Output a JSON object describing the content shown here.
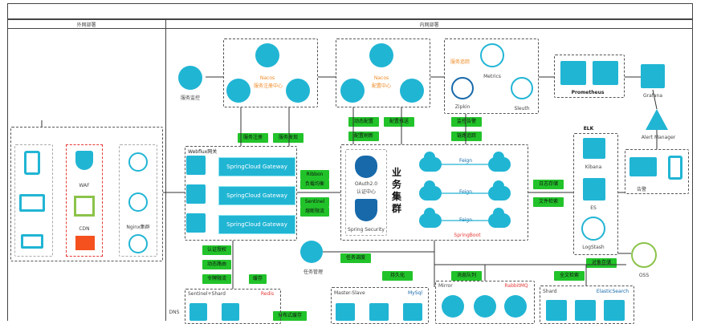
{
  "header": {
    "external": "外网部署",
    "internal": "内网部署"
  },
  "external": {
    "waf": "WAF",
    "cdn": "CDN",
    "nginx": "Nginx集群",
    "dns": "DNS"
  },
  "monitoring": {
    "service_monitor": "服务监控",
    "nacos_title": "Nacos",
    "nacos_sub": "服务注册中心",
    "nacos2_title": "Nacos",
    "nacos2_sub": "配置中心",
    "service_track": "服务追踪",
    "metrics": "Metrics",
    "zipkin": "Zipkin",
    "sleuth": "Sleuth",
    "prometheus": "Prometheus",
    "grafana": "Grafana",
    "alert_manager": "Alert Manager",
    "alarm": "告警"
  },
  "tags": {
    "register": "服务注册",
    "discover": "服务发现",
    "dynamic_config": "动态配置",
    "config_push": "配置推送",
    "config_refresh": "配置刷新",
    "monitor_alarm": "监控告警",
    "link_track": "链路追踪",
    "ribbon": "Ribbon",
    "load_balance": "负载均衡",
    "sentinel": "Sentinel",
    "circuit_break": "熔断限流",
    "log_storage": "日志存储",
    "doc_search": "文件检索",
    "auth": "认证授权",
    "dynamic_route": "动态路由",
    "rate_limit": "令牌限流",
    "cache": "缓存",
    "task_schedule": "任务调度",
    "persist": "持久化",
    "message_queue": "消息队列",
    "full_search": "全文检索",
    "object_storage": "对象存储",
    "distributed_cache": "分布式缓存"
  },
  "gateway": {
    "title": "Webflux网关",
    "items": [
      "SpringCloud Gateway",
      "SpringCloud Gateway",
      "SpringCloud Gateway"
    ]
  },
  "business": {
    "oauth": "OAuth2.0",
    "oauth_sub": "认证中心",
    "security": "Spring Security",
    "title_chars": [
      "业",
      "务",
      "集",
      "群"
    ],
    "feign": [
      "Feign",
      "Feign",
      "Feign"
    ],
    "springboot": "SpringBoot"
  },
  "elk": {
    "title": "ELK",
    "kibana": "Kibana",
    "es": "ES",
    "logstash": "LogStash",
    "oss": "OSS"
  },
  "task_manage": "任务管理",
  "bottom": {
    "redis_title": "Sentinel+Shard",
    "redis": "Redis",
    "mysql_title": "Master-Slave",
    "mysql": "MySql",
    "mirror": "Mirror",
    "rabbitmq": "RabbitMQ",
    "shard": "Shard",
    "elastic": "ElasticSearch"
  }
}
